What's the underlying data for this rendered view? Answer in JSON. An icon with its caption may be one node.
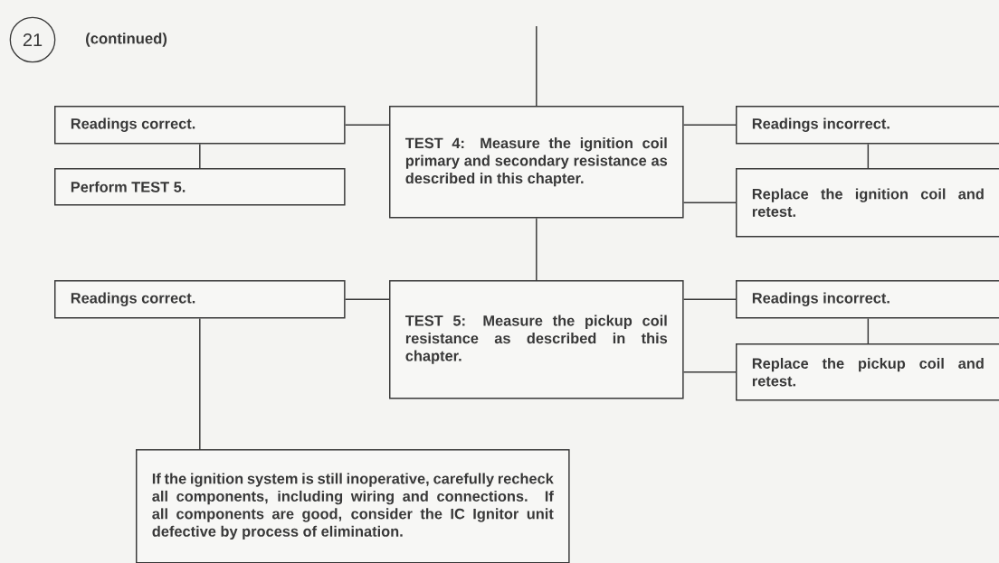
{
  "diagram": {
    "nodes": [
      {
        "text": [
          "21"
        ],
        "beside": [
          "(continued)"
        ]
      },
      {
        "text": [
          "Readings correct."
        ]
      },
      {
        "text": [
          "Perform TEST 5."
        ]
      },
      {
        "text": [
          "TEST 4: Measure the ignition coil primary and secondary resistance as described in this chapter."
        ]
      },
      {
        "text": [
          "Readings incorrect."
        ]
      },
      {
        "text": [
          "Replace the ignition coil and retest."
        ]
      },
      {
        "text": [
          "Readings correct."
        ]
      },
      {
        "text": [
          "TEST 5: Measure the pickup coil resistance as described in this chapter."
        ]
      },
      {
        "text": [
          "Readings incorrect."
        ]
      },
      {
        "text": [
          "Replace the  pickup coil and retest."
        ]
      },
      {
        "text": [
          "If the ignition system is still inoperative, carefully recheck all components, including wiring and connections. If all components are good, consider the IC Ignitor unit defective by process of elimination."
        ]
      }
    ],
    "edges": [
      {
        "from": null,
        "to": 3,
        "arrow": "none"
      },
      {
        "from": 3,
        "to": 1,
        "arrow": "none"
      },
      {
        "from": 1,
        "to": 2,
        "arrow": "none"
      },
      {
        "from": 3,
        "to": 4,
        "arrow": "none"
      },
      {
        "from": 3,
        "to": 5,
        "arrow": "none"
      },
      {
        "from": 4,
        "to": 5,
        "arrow": "none"
      },
      {
        "from": 3,
        "to": 7,
        "arrow": "none"
      },
      {
        "from": 7,
        "to": 6,
        "arrow": "none"
      },
      {
        "from": 7,
        "to": 8,
        "arrow": "none"
      },
      {
        "from": 7,
        "to": 9,
        "arrow": "none"
      },
      {
        "from": 8,
        "to": 9,
        "arrow": "none"
      },
      {
        "from": 6,
        "to": 10,
        "arrow": "none"
      }
    ]
  }
}
